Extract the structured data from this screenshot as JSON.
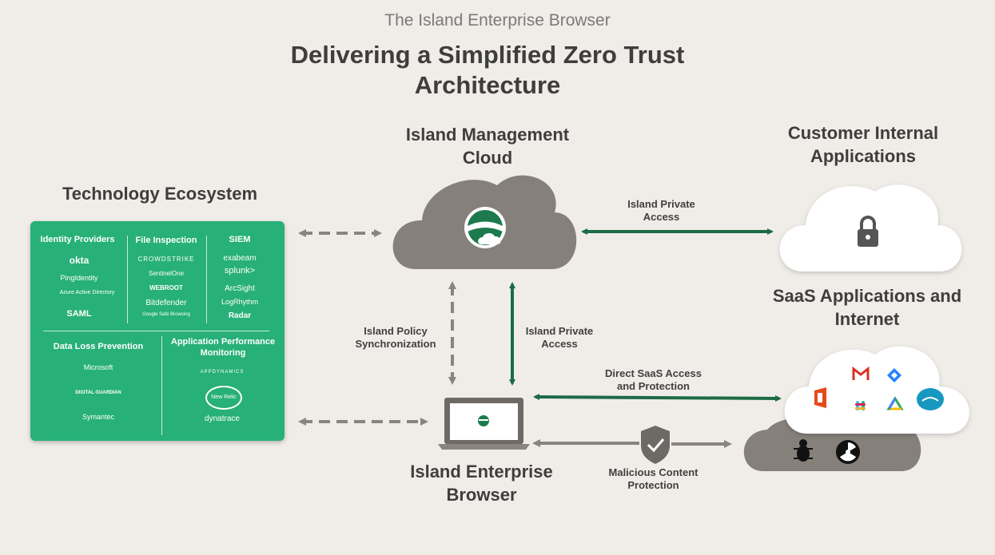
{
  "header": {
    "super_title": "The Island Enterprise Browser",
    "title": "Delivering a Simplified Zero Trust Architecture"
  },
  "nodes": {
    "ecosystem": "Technology Ecosystem",
    "management_cloud": "Island Management Cloud",
    "internal_apps": "Customer Internal Applications",
    "saas": "SaaS Applications and Internet",
    "browser": "Island Enterprise Browser"
  },
  "connections": {
    "private_access_top": "Island Private Access",
    "policy_sync": "Island Policy Synchronization",
    "private_access_mid": "Island Private Access",
    "direct_saas": "Direct SaaS Access and Protection",
    "malicious": "Malicious Content Protection"
  },
  "ecosystem_panel": {
    "identity": {
      "title": "Identity Providers",
      "logos": [
        "okta",
        "PingIdentity",
        "Azure Active Directory",
        "SAML"
      ]
    },
    "file_inspection": {
      "title": "File Inspection",
      "logos": [
        "CROWDSTRIKE",
        "SentinelOne",
        "WEBROOT",
        "Bitdefender",
        "Google Safe Browsing"
      ]
    },
    "siem": {
      "title": "SIEM",
      "logos": [
        "exabeam",
        "splunk>",
        "ArcSight",
        "LogRhythm",
        "Radar"
      ]
    },
    "dlp": {
      "title": "Data Loss Prevention",
      "logos": [
        "Microsoft",
        "DIGITAL GUARDIAN",
        "Symantec"
      ]
    },
    "apm": {
      "title": "Application Performance Monitoring",
      "logos": [
        "APPDYNAMICS",
        "New Relic",
        "dynatrace"
      ]
    }
  },
  "colors": {
    "green": "#1c6b45",
    "panel": "#27b077",
    "gray_arrow": "#8a847e",
    "cloud_dark": "#86807b"
  }
}
